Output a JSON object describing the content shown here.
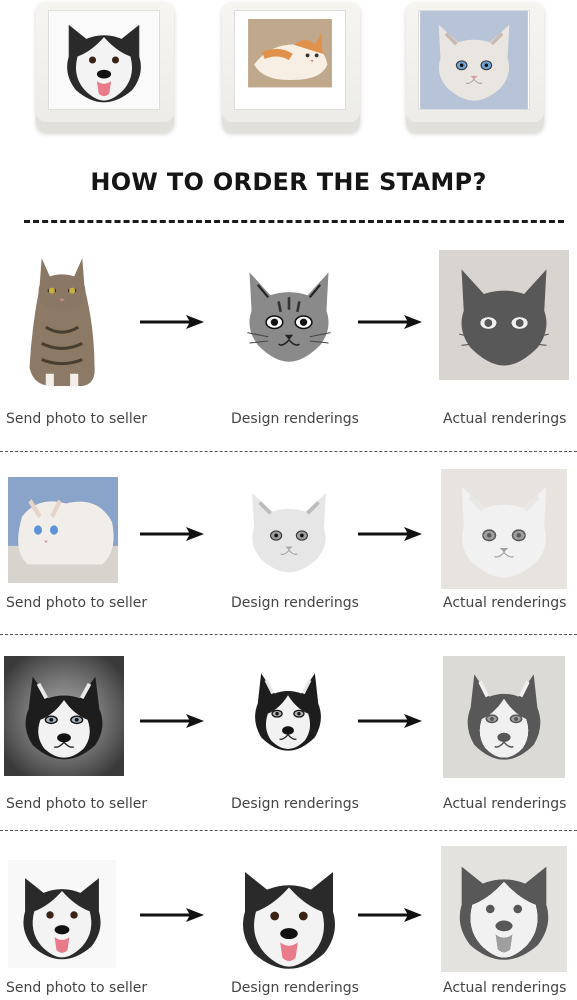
{
  "title": "HOW TO ORDER THE STAMP?",
  "steps": {
    "send": "Send photo to seller",
    "design": "Design renderings",
    "actual": "Actual renderings"
  },
  "products": [
    {
      "subject": "husky-puppy"
    },
    {
      "subject": "orange-white-cat"
    },
    {
      "subject": "white-kitten"
    }
  ],
  "rows": [
    {
      "subject": "tabby-cat"
    },
    {
      "subject": "white-kitten"
    },
    {
      "subject": "husky-dog"
    },
    {
      "subject": "malamute-dog"
    }
  ]
}
